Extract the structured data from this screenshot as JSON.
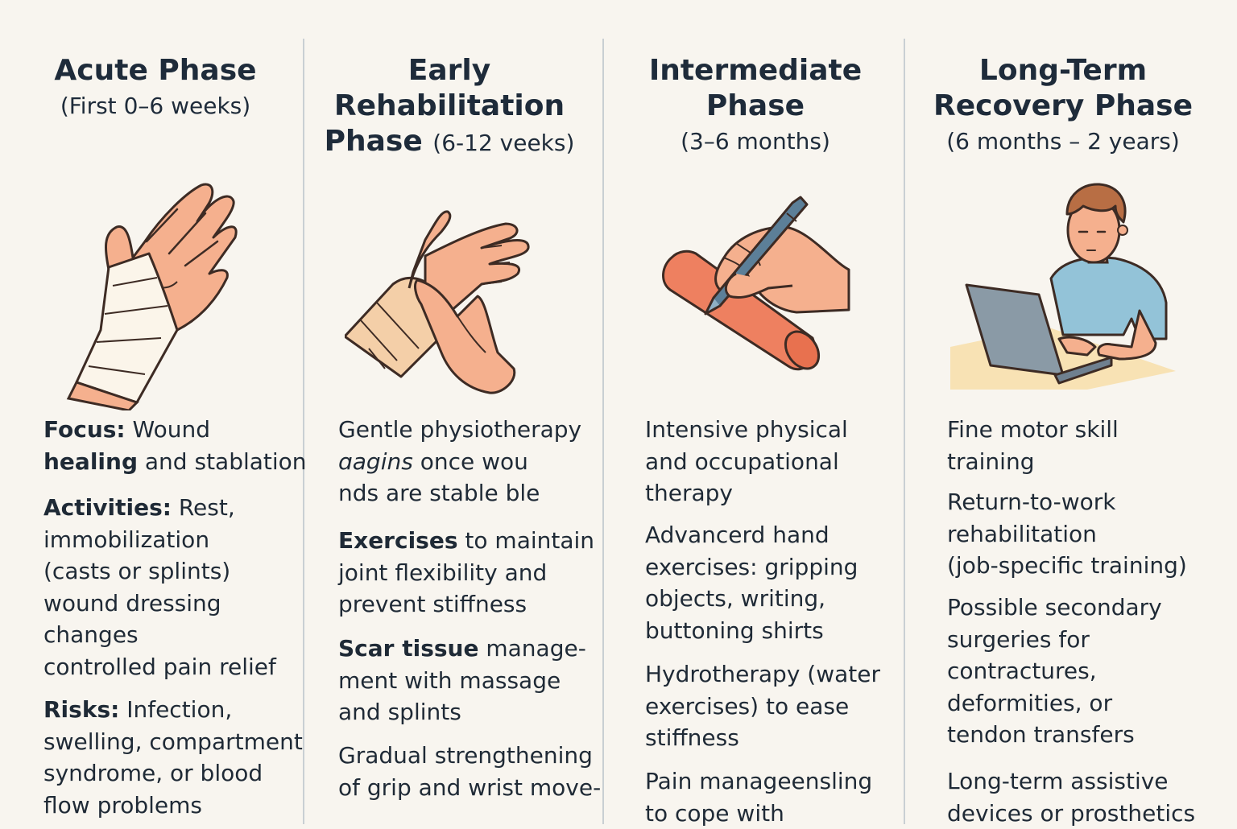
{
  "columns": [
    {
      "title_lines": [
        "Acute Phase"
      ],
      "subtitle": "(First 0–6 weeks)",
      "illustration_icon": "bandaged-hand-icon",
      "paragraphs": [
        {
          "bold": "Focus:",
          "lines": [
            " Wound",
            "healing",
            " and stablation"
          ]
        },
        {
          "bold": "Activities:",
          "lines": [
            " Rest,",
            "immobilization",
            "(casts or splints)",
            "wound dressing",
            "changes",
            "controlled pain relief"
          ]
        },
        {
          "bold": "Risks:",
          "lines": [
            " Infection,",
            "swelling, compartment",
            "syndrome, or blood",
            "flow problems"
          ]
        }
      ]
    },
    {
      "title_lines": [
        "Early",
        "Rehabilitation",
        "Phase"
      ],
      "subtitle": "(6-12 veeks)",
      "illustration_icon": "hand-massage-icon",
      "paragraphs": [
        {
          "lines": [
            "Gentle physiotherapy",
            "ɑagins",
            " once wou",
            "nds are stable ble"
          ]
        },
        {
          "bold": "Exercises",
          "lines": [
            " to maintain",
            "joint flexibility and",
            "prevent stiffness"
          ]
        },
        {
          "bold": "Scar tissue",
          "lines": [
            " manage-",
            "ment with massage",
            "and splints"
          ]
        },
        {
          "lines": [
            "Gradual strengthening",
            "of grip and wrist move-"
          ]
        }
      ]
    },
    {
      "title_lines": [
        "Intermediate",
        "Phase"
      ],
      "subtitle": "(3–6 months)",
      "illustration_icon": "hand-writing-pen-icon",
      "paragraphs": [
        {
          "lines": [
            "Intensive physical",
            "and occupational",
            "therapy"
          ]
        },
        {
          "lines": [
            "Advancerd hand",
            "exercises: gripping",
            "objects, writing,",
            "buttoning shirts"
          ]
        },
        {
          "lines": [
            "Hydrotherapy (water",
            "exercises) to ease",
            "stiffness"
          ]
        },
        {
          "lines": [
            "Pain manageensling",
            "to cope with"
          ]
        }
      ]
    },
    {
      "title_lines": [
        "Long-Term",
        "Recovery Phase"
      ],
      "subtitle": "(6 months – 2 years)",
      "illustration_icon": "person-laptop-icon",
      "paragraphs": [
        {
          "lines": [
            "Fine motor skill",
            "training"
          ]
        },
        {
          "lines": [
            "Return-to-work",
            "rehabilitation",
            "(job-specific training)"
          ]
        },
        {
          "lines": [
            "Possible secondary",
            "surgeries for",
            "contractures,",
            "deformities, or",
            "tendon transfers"
          ]
        },
        {
          "lines": [
            "Long-term assistive",
            "devices or prosthetics"
          ]
        }
      ]
    }
  ],
  "colors": {
    "background": "#f8f5ef",
    "divider": "#c9cfd3",
    "skin": "#f5b08e",
    "outline": "#3d2b24",
    "bandage": "#fbf5ea",
    "roller": "#ee8060",
    "pen": "#5c7f98",
    "shirt": "#93c3d8",
    "hair": "#b86e44",
    "laptop": "#8a9aa6",
    "desk": "#f8e2b4"
  }
}
